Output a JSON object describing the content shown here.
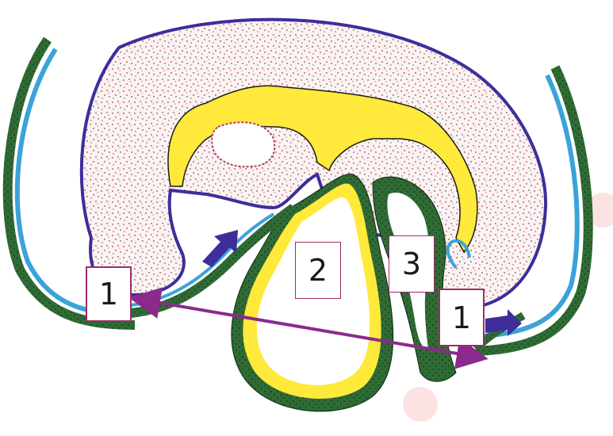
{
  "labels": {
    "left": "1",
    "right": "1",
    "center": "2",
    "small": "3"
  },
  "colors": {
    "ectoderm": "#2f6b34",
    "ectoderm_light": "#3f8f45",
    "amnion_blue": "#3aa3d9",
    "embryo_outline": "#3d2e9c",
    "stipple_red": "#c0392b",
    "stipple_black": "#222222",
    "yolk": "#ffe93a",
    "arrow": "#8b2a8c",
    "label_border": "#a02a6a"
  },
  "icons": [
    "double-headed-arrow-icon",
    "blue-arrow-icon"
  ]
}
